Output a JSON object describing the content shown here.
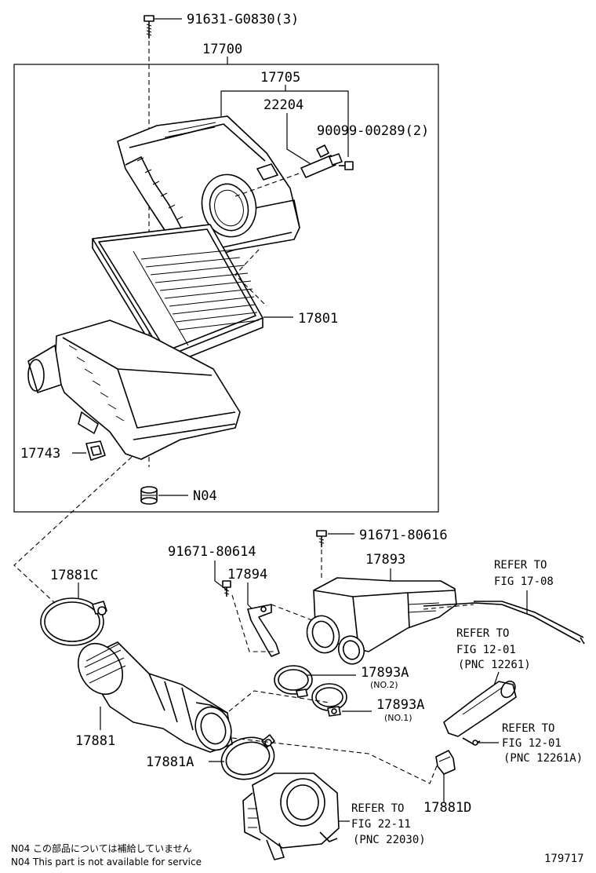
{
  "diagram": {
    "callouts": {
      "bolt_top": "91631-G0830(3)",
      "assy": "17700",
      "cap": "17705",
      "sensor": "22204",
      "screw": "90099-00289(2)",
      "element": "17801",
      "bracket": "17743",
      "n04": "N04",
      "bolt_a": "91671-80614",
      "bolt_b": "91671-80616",
      "resonator": "17893",
      "stay": "17894",
      "clamp_c": "17881C",
      "hose": "17881",
      "clamp_a": "17881A",
      "clamp_no2": "17893A",
      "clamp_no2_sub": "(NO.2)",
      "clamp_no1": "17893A",
      "clamp_no1_sub": "(NO.1)",
      "connector": "17881D",
      "figure_id": "179717"
    },
    "refs": {
      "r1_line1": "REFER TO",
      "r1_line2": "FIG 17-08",
      "r2_line1": "REFER TO",
      "r2_line2": "FIG 12-01",
      "r2_line3": "(PNC 12261)",
      "r3_line1": "REFER TO",
      "r3_line2": "FIG 12-01",
      "r3_line3": "(PNC 12261A)",
      "r4_line1": "REFER TO",
      "r4_line2": "FIG 22-11",
      "r4_line3": "(PNC 22030)"
    },
    "notes": {
      "jp": "N04  この部品については補給していません",
      "en": "N04  This part is not available for service"
    }
  }
}
